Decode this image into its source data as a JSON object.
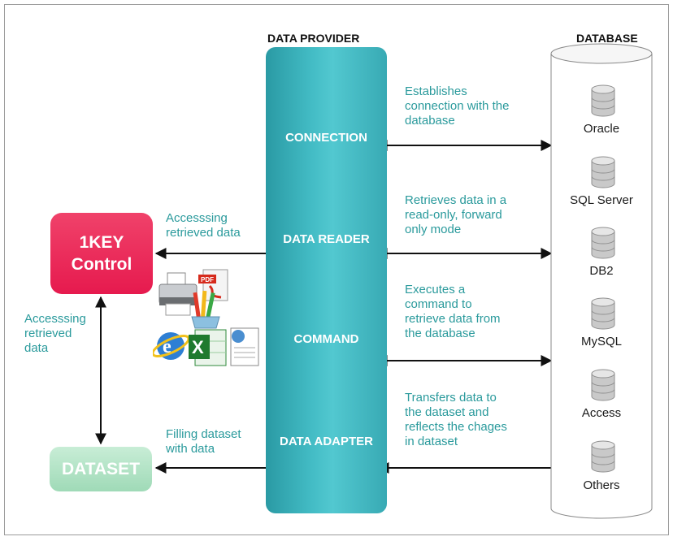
{
  "headers": {
    "provider": "DATA PROVIDER",
    "database": "DATABASE"
  },
  "provider_components": [
    {
      "label": "CONNECTION"
    },
    {
      "label": "DATA READER"
    },
    {
      "label": "COMMAND"
    },
    {
      "label": "DATA ADAPTER"
    }
  ],
  "descriptions": {
    "connection": [
      "Establishes",
      "connection with the",
      "database"
    ],
    "reader": [
      "Retrieves data in a",
      "read-only, forward",
      "only mode"
    ],
    "command": [
      "Executes a",
      "command to",
      "retrieve data from",
      "the database"
    ],
    "adapter": [
      "Transfers data to",
      "the dataset and",
      "reflects the chages",
      "in dataset"
    ]
  },
  "key_control": {
    "line1": "1KEY",
    "line2": "Control"
  },
  "dataset": {
    "label": "DATASET"
  },
  "left_labels": {
    "accessing_right": [
      "Accesssing",
      "retrieved data"
    ],
    "accessing_left": [
      "Accesssing",
      "retrieved",
      "data"
    ],
    "filling": [
      "Filling dataset",
      "with data"
    ]
  },
  "databases": [
    "Oracle",
    "SQL Server",
    "DB2",
    "MySQL",
    "Access",
    "Others"
  ],
  "icons": [
    "printer-icon",
    "pdf-icon",
    "pencils-icon",
    "internet-explorer-icon",
    "excel-icon",
    "document-icon"
  ],
  "colors": {
    "provider": "#43bcc5",
    "key_control": "#e61a4e",
    "dataset": "#a8dfbd",
    "text_teal": "#2a9a9c"
  }
}
